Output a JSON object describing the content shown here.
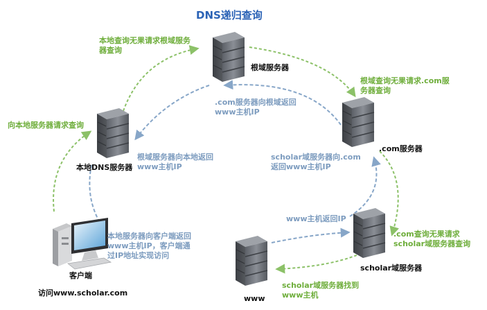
{
  "title": "DNS递归查询",
  "nodes": {
    "root": "根域服务器",
    "com": ".com服务器",
    "local": "本地DNS服务器",
    "client": "客户端",
    "scholar": "scholar域服务器",
    "www": "www"
  },
  "client_caption": "访问www.scholar.com",
  "steps": {
    "local_to_root": [
      "本地查询无果请求根域服务",
      "器查询"
    ],
    "client_to_local": "向本地服务器请求查询",
    "root_to_com": [
      "根域查询无果请求.com服",
      "务器查询"
    ],
    "com_to_root": [
      ".com服务器向根域返回",
      "www主机IP"
    ],
    "root_to_local": [
      "根域服务器向本地返回",
      "www主机IP"
    ],
    "scholar_to_com": [
      "scholar域服务器向.com",
      "返回www主机IP"
    ],
    "local_to_client": [
      "本地服务器向客户端返回",
      "www主机IP，客户端通",
      "过IP地址实现访问"
    ],
    "www_to_scholar": "www主机返回IP",
    "com_to_scholar": [
      ".com查询无果请求",
      "scholar域服务器查询"
    ],
    "scholar_to_www": [
      "scholar域服务器找到",
      "www主机"
    ]
  },
  "colors": {
    "request": "#8cc168",
    "response": "#87a6c8",
    "title": "#2b63b6"
  }
}
